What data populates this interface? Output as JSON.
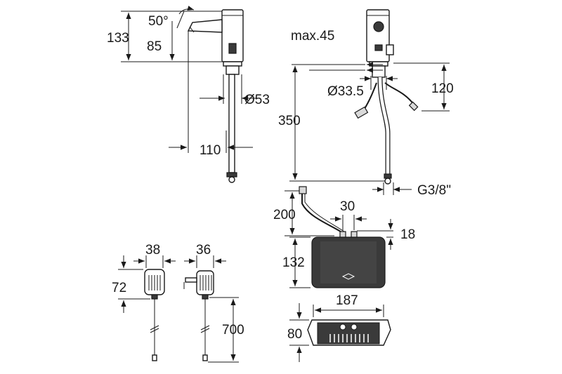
{
  "dimensions": {
    "angle": "50°",
    "height_total": "133",
    "height_spout": "85",
    "diameter_base": "Ø53",
    "reach": "110",
    "max_thickness": "max.45",
    "diameter_hole": "Ø33.5",
    "hose_offset": "120",
    "hose_length": "350",
    "thread": "G3/8\"",
    "box_cable": "200",
    "box_spacing": "30",
    "box_top": "18",
    "box_height": "132",
    "box_width": "187",
    "box_depth": "80",
    "adapter_a_width": "38",
    "adapter_a_height": "72",
    "adapter_b_width": "36",
    "cable_length": "700"
  }
}
